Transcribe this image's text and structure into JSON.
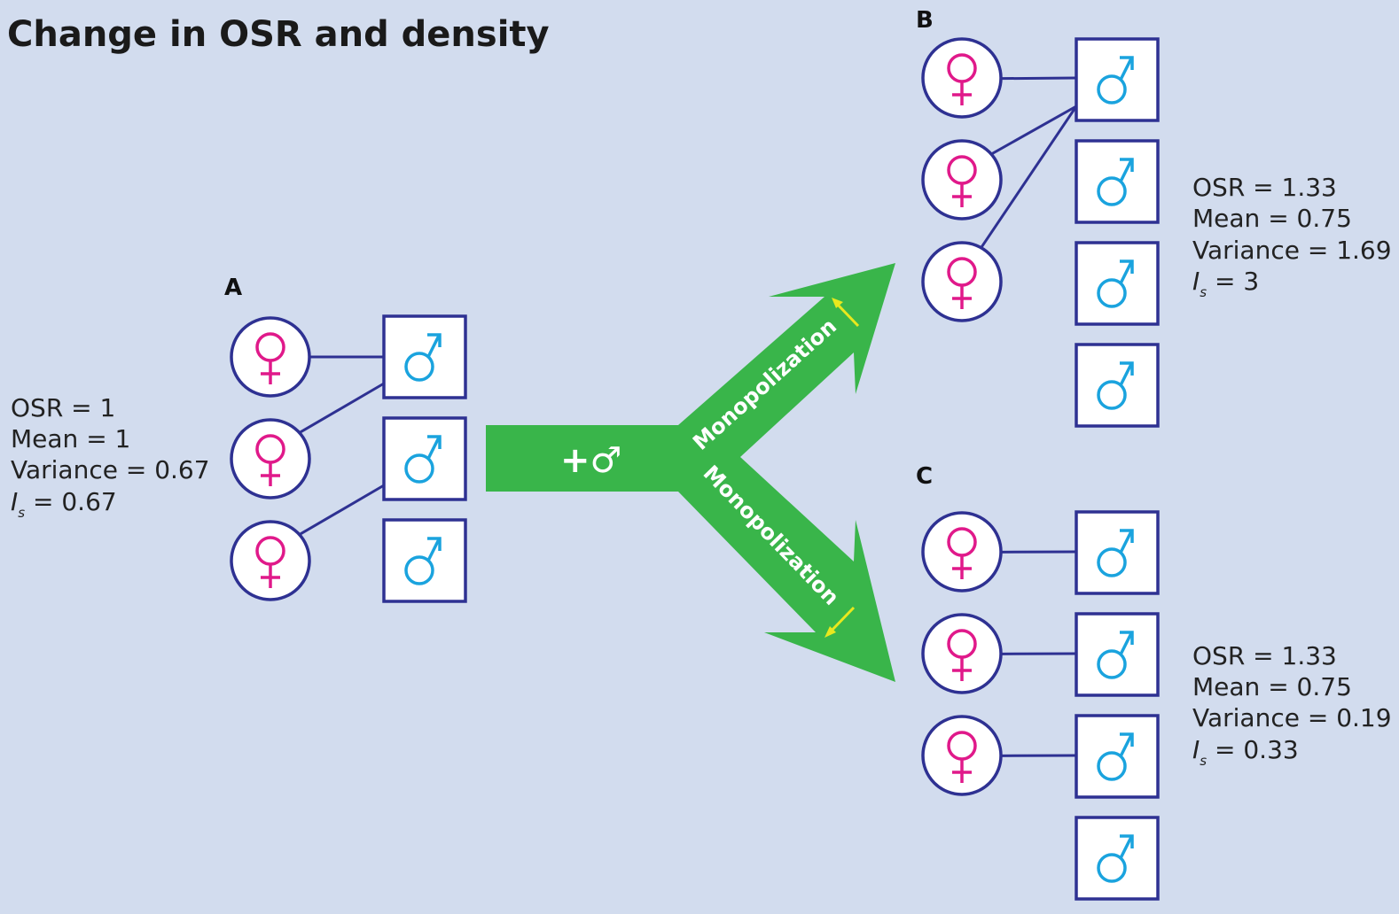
{
  "title": "Change in OSR and density",
  "colors": {
    "background": "#d2dcee",
    "female_symbol": "#e0198a",
    "male_symbol": "#1aa3de",
    "outline": "#2e3192",
    "arrow": "#39b54a",
    "small_arrow": "#e8e81e"
  },
  "icons": {
    "female": "female-symbol-icon",
    "male": "male-symbol-icon"
  },
  "arrow": {
    "plus_label": "+♂",
    "upper_label": "Monopolization",
    "lower_label": "Monopolization"
  },
  "panels": {
    "A": {
      "label": "A",
      "females": 3,
      "males": 3,
      "mates": [
        [
          0,
          0
        ],
        [
          1,
          0
        ],
        [
          2,
          1
        ]
      ],
      "stats": {
        "osr": "OSR = 1",
        "mean": "Mean = 1",
        "variance": "Variance = 0.67",
        "is_letter": "I",
        "is_sub": "s",
        "is_value": " = 0.67"
      }
    },
    "B": {
      "label": "B",
      "females": 3,
      "males": 4,
      "mates": [
        [
          0,
          0
        ],
        [
          1,
          0
        ],
        [
          2,
          0
        ]
      ],
      "stats": {
        "osr": "OSR = 1.33",
        "mean": "Mean = 0.75",
        "variance": "Variance = 1.69",
        "is_letter": "I",
        "is_sub": "s",
        "is_value": " = 3"
      }
    },
    "C": {
      "label": "C",
      "females": 3,
      "males": 4,
      "mates": [
        [
          0,
          0
        ],
        [
          1,
          1
        ],
        [
          2,
          2
        ]
      ],
      "stats": {
        "osr": "OSR = 1.33",
        "mean": "Mean = 0.75",
        "variance": "Variance = 0.19",
        "is_letter": "I",
        "is_sub": "s",
        "is_value": " = 0.33"
      }
    }
  }
}
